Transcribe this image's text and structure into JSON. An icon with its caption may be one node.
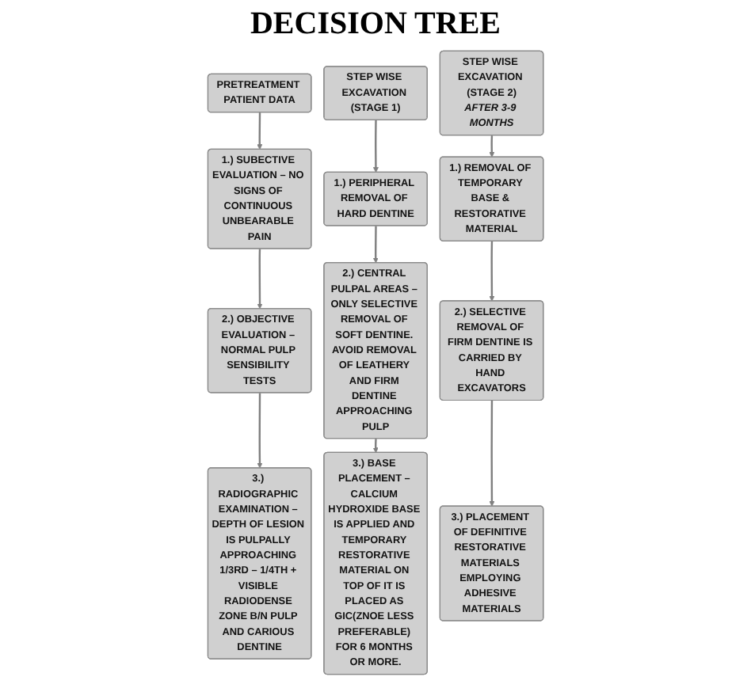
{
  "diagram": {
    "title": "DECISION TREE",
    "nodes": [
      {
        "text": [
          "PRETREATMENT PATIENT DATA"
        ]
      },
      {
        "text": [
          "1.) SUBECTIVE EVALUATION – NO SIGNS OF CONTINUOUS UNBEARABLE PAIN"
        ]
      },
      {
        "text": [
          "2.) OBJECTIVE EVALUATION – NORMAL PULP SENSIBILITY TESTS"
        ]
      },
      {
        "text": [
          "3.) RADIOGRAPHIC EXAMINATION – DEPTH OF LESION IS PULPALLY APPROACHING 1/3RD – 1/4TH + VISIBLE RADIODENSE ZONE B/N PULP AND CARIOUS DENTINE"
        ]
      },
      {
        "text": [
          "STEP WISE EXCAVATION (STAGE 1)"
        ]
      },
      {
        "text": [
          "1.) PERIPHERAL REMOVAL OF HARD DENTINE"
        ]
      },
      {
        "text": [
          "2.) CENTRAL PULPAL AREAS – ONLY SELECTIVE REMOVAL OF SOFT DENTINE. AVOID REMOVAL OF LEATHERY AND FIRM DENTINE APPROACHING PULP"
        ]
      },
      {
        "text": [
          "3.) BASE PLACEMENT – CALCIUM HYDROXIDE BASE IS APPLIED AND TEMPORARY RESTORATIVE MATERIAL ON TOP OF IT IS PLACED AS GIC(ZNOE LESS PREFERABLE) FOR 6 MONTHS OR MORE."
        ]
      },
      {
        "text": [
          "STEP WISE EXCAVATION (STAGE 2)",
          "AFTER 3-9 MONTHS"
        ]
      },
      {
        "text": [
          "1.) REMOVAL OF TEMPORARY BASE & RESTORATIVE MATERIAL"
        ]
      },
      {
        "text": [
          "2.) SELECTIVE REMOVAL OF FIRM DENTINE IS CARRIED BY HAND EXCAVATORS"
        ]
      },
      {
        "text": [
          "3.) PLACEMENT OF DEFINITIVE RESTORATIVE MATERIALS EMPLOYING ADHESIVE MATERIALS"
        ]
      }
    ],
    "edges": [
      {
        "from": 0,
        "to": 1,
        "arrow": "to"
      },
      {
        "from": 1,
        "to": 2,
        "arrow": "to"
      },
      {
        "from": 2,
        "to": 3,
        "arrow": "to"
      },
      {
        "from": 4,
        "to": 5,
        "arrow": "to"
      },
      {
        "from": 5,
        "to": 6,
        "arrow": "to"
      },
      {
        "from": 6,
        "to": 7,
        "arrow": "to"
      },
      {
        "from": 8,
        "to": 9,
        "arrow": "to"
      },
      {
        "from": 9,
        "to": 10,
        "arrow": "to"
      },
      {
        "from": 10,
        "to": 11,
        "arrow": "to"
      }
    ]
  }
}
